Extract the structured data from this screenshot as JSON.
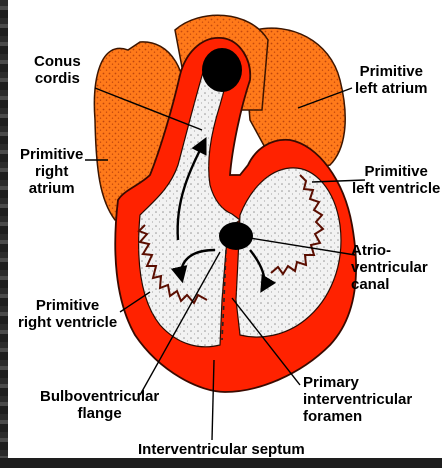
{
  "diagram": {
    "labels": {
      "conus_cordis": [
        "Conus",
        "cordis"
      ],
      "primitive_left_atrium": [
        "Primitive",
        "left atrium"
      ],
      "primitive_right_atrium": [
        "Primitive",
        "right",
        "atrium"
      ],
      "primitive_left_ventricle": [
        "Primitive",
        "left ventricle"
      ],
      "atrioventricular_canal": [
        "Atrio-",
        "ventricular",
        "canal"
      ],
      "primitive_right_ventricle": [
        "Primitive",
        "right ventricle"
      ],
      "bulboventricular_flange": [
        "Bulboventricular",
        "flange"
      ],
      "primary_interventricular_foramen": [
        "Primary",
        "interventricular",
        "foramen"
      ],
      "interventricular_septum": [
        "Interventricular septum"
      ]
    },
    "colors": {
      "atrium": "#ff7a1a",
      "myocardium": "#ff2200",
      "lumen": "#f2f2f2",
      "stipple": "#1a1a1a",
      "opening": "#000000"
    }
  }
}
